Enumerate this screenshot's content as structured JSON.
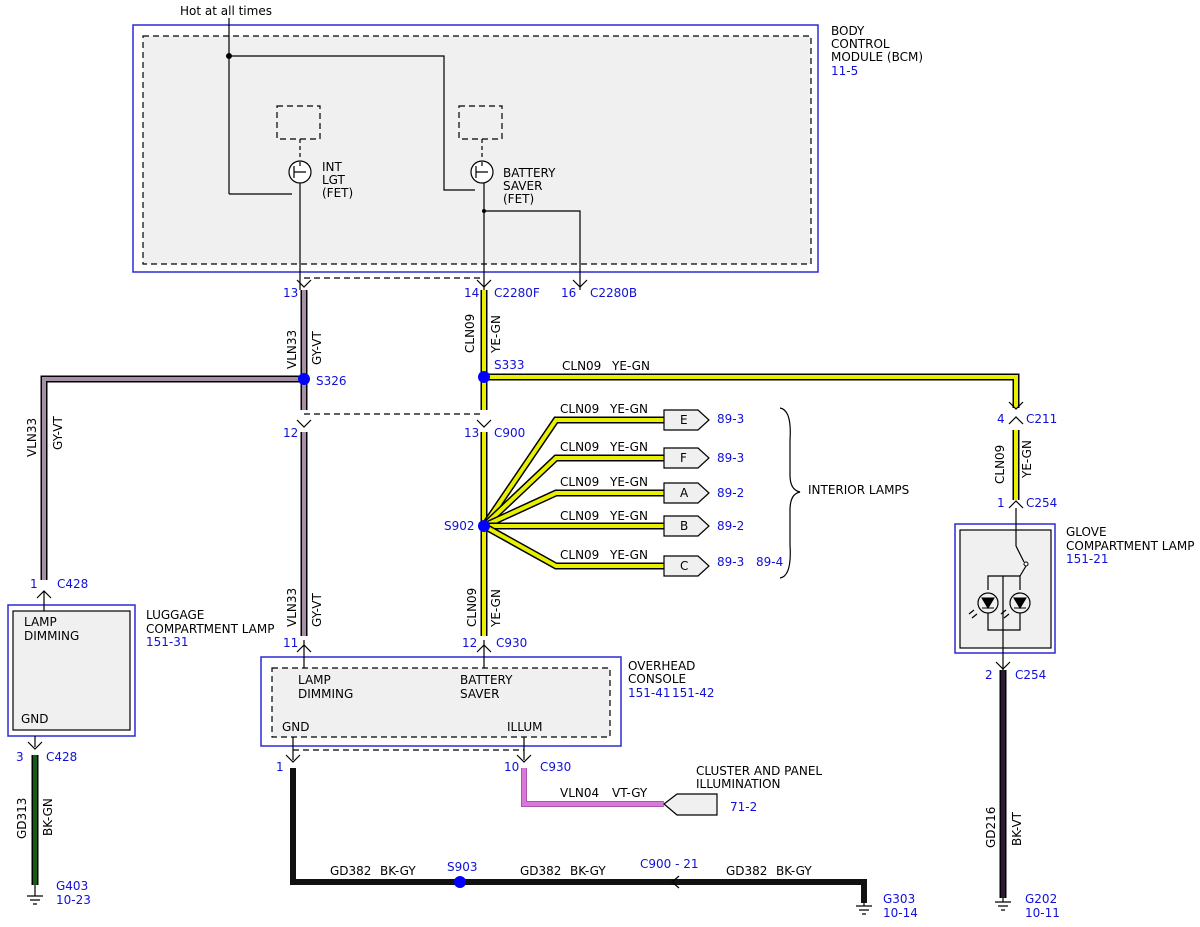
{
  "colors": {
    "yegn": "#e8f000",
    "gyvt": "#a98fa6",
    "bkgn": "#155a15",
    "bkgy": "#111111",
    "bkvt": "#1e1020",
    "vtgy": "#d67ad6",
    "ref": "#1010d8",
    "module_border": "#2a2ad6",
    "splice": "#0000ff"
  },
  "top_note": "Hot at all times",
  "bcm": {
    "title1": "BODY",
    "title2": "CONTROL",
    "title3": "MODULE (BCM)",
    "ref": "11-5",
    "int_lgt": [
      "INT",
      "LGT",
      "(FET)"
    ],
    "batt_saver": [
      "BATTERY",
      "SAVER",
      "(FET)"
    ]
  },
  "connectors": {
    "p13": "13",
    "p14": "14",
    "c2280f": "C2280F",
    "p16": "16",
    "c2280b": "C2280B",
    "p12a": "12",
    "p13b": "13",
    "c900": "C900",
    "p11": "11",
    "p12b": "12",
    "c930": "C930",
    "p1a": "1",
    "p10": "10",
    "c930b": "C930",
    "p1c428": "1",
    "c428": "C428",
    "p3c428": "3",
    "c428b": "C428",
    "p4": "4",
    "c211": "C211",
    "p1c254": "1",
    "c254": "C254",
    "p2c254": "2",
    "c254b": "C254",
    "c900_21": "C900  - 21"
  },
  "splices": {
    "s326": "S326",
    "s333": "S333",
    "s902": "S902",
    "s903": "S903"
  },
  "wires": {
    "vln33": "VLN33",
    "gyvt": "GY-VT",
    "cln09": "CLN09",
    "yegn": "YE-GN",
    "vln04": "VLN04",
    "vtgy": "VT-GY",
    "gd313": "GD313",
    "bkgn": "BK-GN",
    "gd382": "GD382",
    "bkgy": "BK-GY",
    "gd216": "GD216",
    "bkvt": "BK-VT"
  },
  "lamps": [
    {
      "letter": "E",
      "ref": "89-3",
      "ref2": ""
    },
    {
      "letter": "F",
      "ref": "89-3",
      "ref2": ""
    },
    {
      "letter": "A",
      "ref": "89-2",
      "ref2": ""
    },
    {
      "letter": "B",
      "ref": "89-2",
      "ref2": ""
    },
    {
      "letter": "C",
      "ref": "89-3",
      "ref2": "89-4"
    }
  ],
  "interior_lamps": "INTERIOR LAMPS",
  "luggage": {
    "t1": "LUGGAGE",
    "t2": "COMPARTMENT LAMP",
    "ref": "151-31",
    "in1": "LAMP",
    "in2": "DIMMING",
    "gnd": "GND"
  },
  "glove": {
    "t1": "GLOVE",
    "t2": "COMPARTMENT LAMP",
    "ref": "151-21"
  },
  "overhead": {
    "t1": "OVERHEAD",
    "t2": "CONSOLE",
    "ref1": "151-41",
    "ref2": "151-42",
    "ld1": "LAMP",
    "ld2": "DIMMING",
    "bs1": "BATTERY",
    "bs2": "SAVER",
    "gnd": "GND",
    "illum": "ILLUM"
  },
  "cluster": {
    "t1": "CLUSTER AND PANEL",
    "t2": "ILLUMINATION",
    "ref": "71-2"
  },
  "grounds": {
    "g403": "G403",
    "g403ref": "10-23",
    "g303": "G303",
    "g303ref": "10-14",
    "g202": "G202",
    "g202ref": "10-11"
  }
}
